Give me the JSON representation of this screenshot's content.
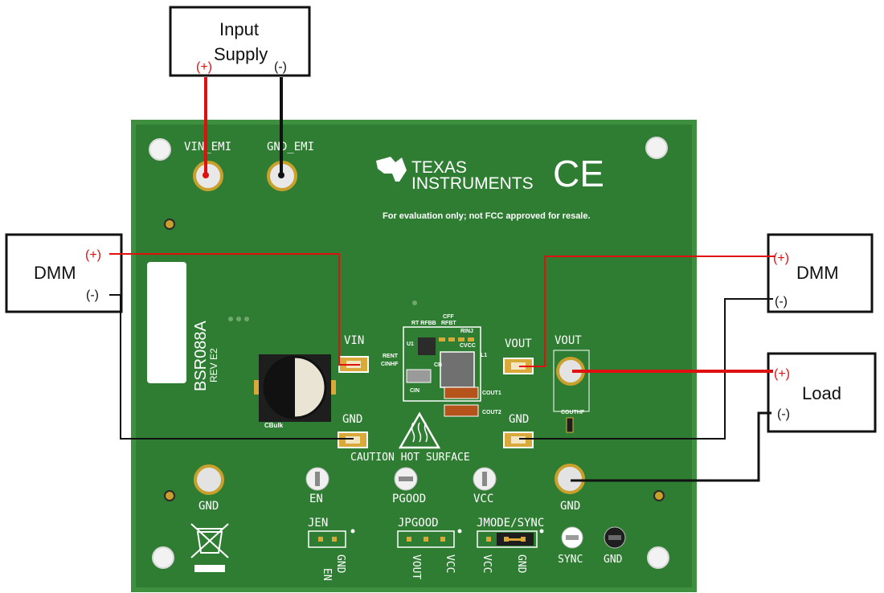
{
  "colors": {
    "board": "#2f7d32",
    "board_edge": "#3f8f40",
    "wire_pos": "#e01010",
    "wire_neg": "#111111",
    "silkscreen": "#ffffff",
    "pad_gold": "#d9a93a"
  },
  "boxes": {
    "input_supply": {
      "line1": "Input",
      "line2": "Supply",
      "pos": "(+)",
      "neg": "(-)"
    },
    "dmm_left": {
      "label": "DMM",
      "pos": "(+)",
      "neg": "(-)"
    },
    "dmm_right": {
      "label": "DMM",
      "pos": "(+)",
      "neg": "(-)"
    },
    "load": {
      "label": "Load",
      "pos": "(+)",
      "neg": "(-)"
    }
  },
  "board": {
    "vin_emi": "VIN_EMI",
    "gnd_emi": "GND_EMI",
    "logo_line1": "TEXAS",
    "logo_line2": "INSTRUMENTS",
    "ce_mark": "CE",
    "fcc_note": "For evaluation only; not FCC approved for resale.",
    "part_number": "BSR088A",
    "revision": "REV E2",
    "vin": "VIN",
    "vout_pad": "VOUT",
    "vout_post": "VOUT",
    "gnd_left": "GND",
    "gnd_right": "GND",
    "caution": "CAUTION HOT SURFACE",
    "cbulk": "CBulk",
    "couthf": "COUTHF",
    "comp": {
      "cff": "CFF",
      "rt_rfbb": "RT RFBB",
      "rfbt": "RFBT",
      "rinj": "RINJ",
      "u1": "U1",
      "cvcc": "CVCC",
      "rent": "RENT",
      "cinhf": "CINHF",
      "cb": "CB",
      "l1": "L1",
      "cin": "CIN",
      "cout1": "COUT1",
      "cout2": "COUT2"
    },
    "gnd_bottom_left": "GND",
    "en": "EN",
    "pgood": "PGOOD",
    "vcc": "VCC",
    "gnd_bottom_right": "GND",
    "jen": "JEN",
    "jen_pin1": "EN",
    "jen_pin2": "GND",
    "jpgood": "JPGOOD",
    "jpgood_pin1": "VOUT",
    "jpgood_pin2": "VCC",
    "jmode": "JMODE/SYNC",
    "jmode_pin1": "VCC",
    "jmode_pin2": "GND",
    "sync": "SYNC",
    "gnd_sync": "GND"
  }
}
